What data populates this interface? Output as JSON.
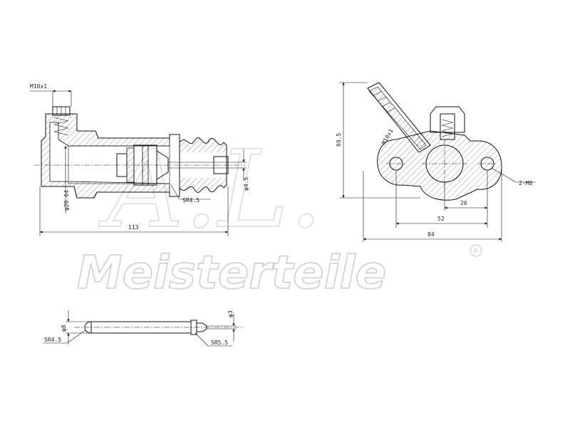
{
  "watermark": {
    "brand": "Meisterteile",
    "monogram": "A.L.",
    "registered": "R"
  },
  "left_view": {
    "thread": "M10x1",
    "bore_diameter": "φ20.64",
    "overall_length": "113",
    "rod_radius": "SR4.5",
    "port_diameter": "φ4.5"
  },
  "right_view": {
    "height": "69.5",
    "thread": "M10x1",
    "mount_holes": "2-M8",
    "offset_small": "26",
    "hole_spacing": "52",
    "overall_width": "84"
  },
  "pushrod": {
    "shaft_diameter": "φ8",
    "left_radius": "SR4.5",
    "right_radius": "SR5.5",
    "tip_diameter": "φ3"
  }
}
